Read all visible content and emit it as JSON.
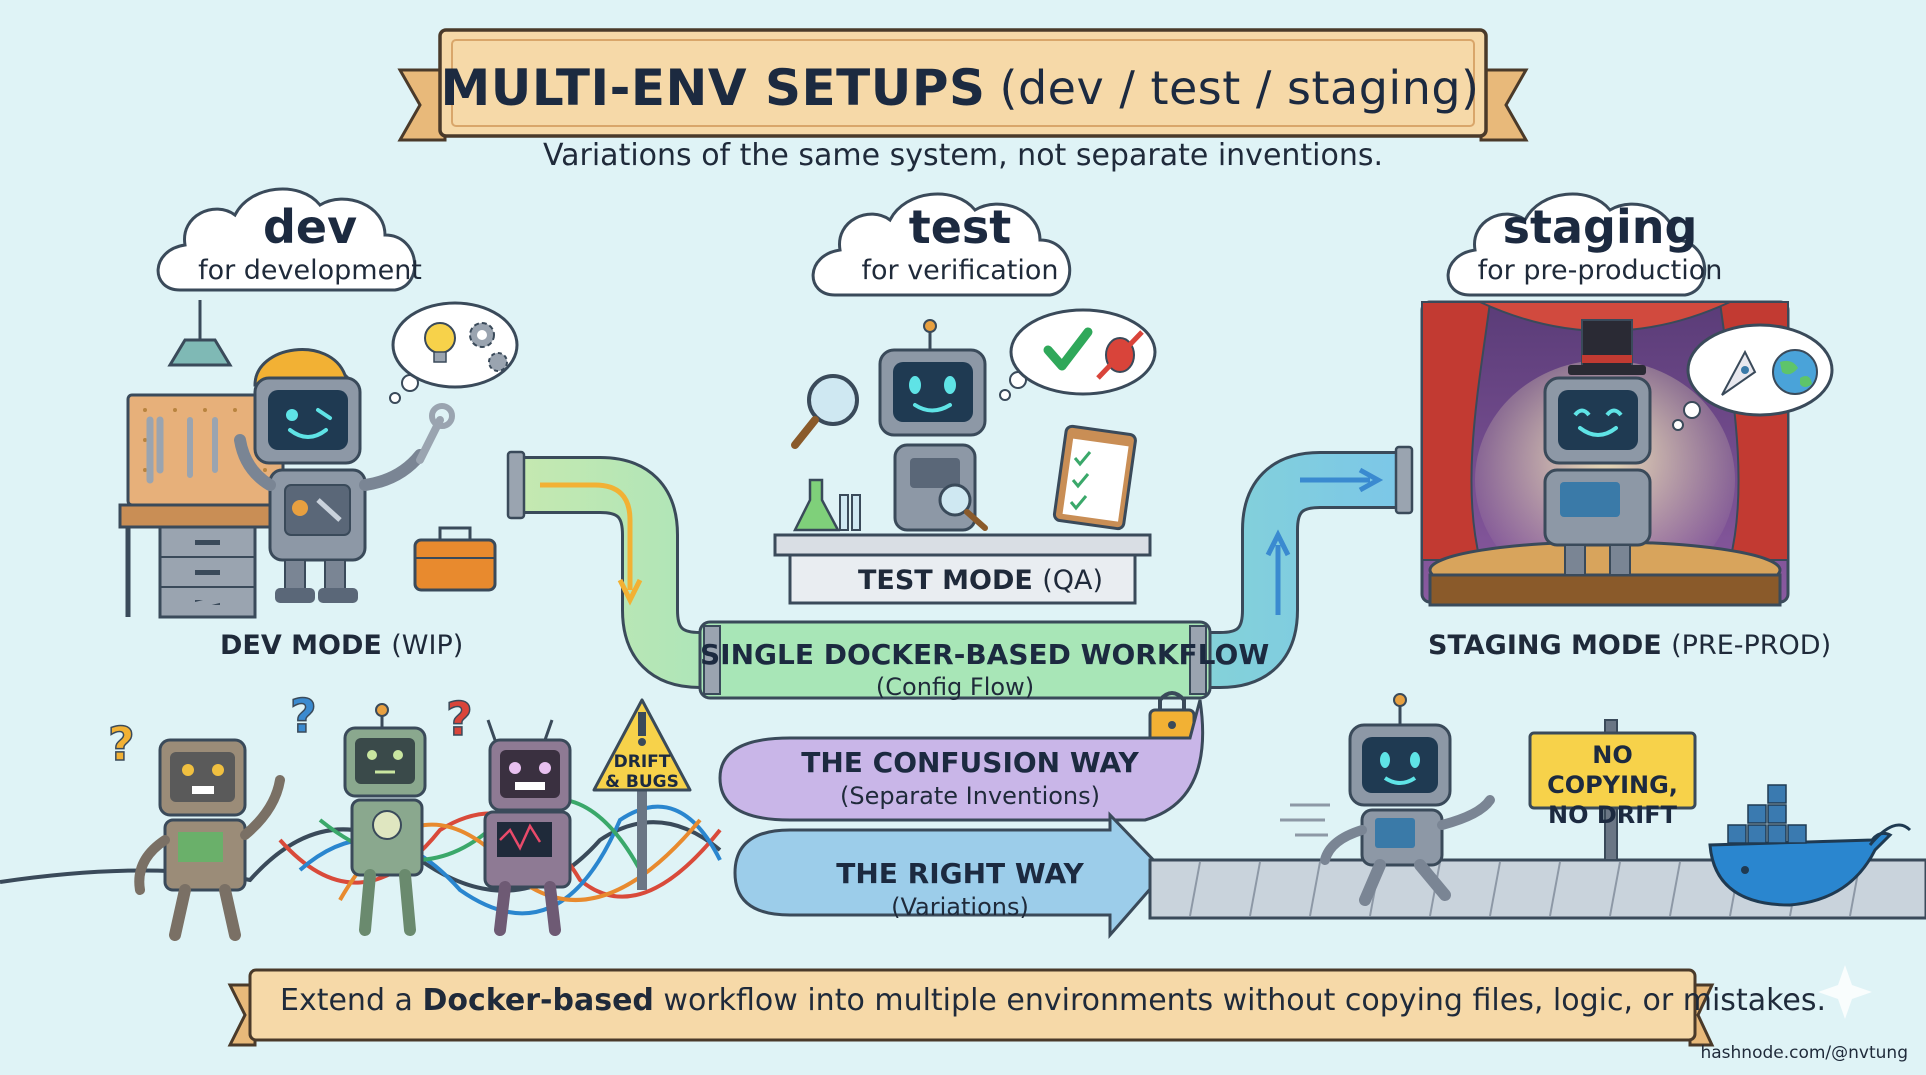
{
  "title": {
    "main": "MULTI-ENV SETUPS",
    "qualifier": "(dev / test / staging)"
  },
  "subtitle": "Variations of the same system, not separate inventions.",
  "environments": [
    {
      "name": "dev",
      "purpose": "for development",
      "mode": "DEV MODE",
      "mode_note": "(WIP)"
    },
    {
      "name": "test",
      "purpose": "for verification",
      "mode": "TEST MODE",
      "mode_note": "(QA)"
    },
    {
      "name": "staging",
      "purpose": "for pre-production",
      "mode": "STAGING MODE",
      "mode_note": "(PRE-PROD)"
    }
  ],
  "workflow": {
    "title": "SINGLE DOCKER-BASED WORKFLOW",
    "subtitle": "(Config Flow)"
  },
  "confusion_way": {
    "title": "THE CONFUSION WAY",
    "subtitle": "(Separate Inventions)"
  },
  "right_way": {
    "title": "THE RIGHT WAY",
    "subtitle": "(Variations)"
  },
  "warning_sign": {
    "line1": "DRIFT",
    "line2": "& BUGS"
  },
  "no_copy_sign": {
    "line1": "NO COPYING,",
    "line2": "NO DRIFT"
  },
  "footer": {
    "before": "Extend a ",
    "bold": "Docker-based",
    "after": " workflow into multiple environments without copying files, logic, or mistakes."
  },
  "credit": "hashnode.com/@nvtung",
  "colors": {
    "background": "#dff3f6",
    "banner": "#f6d9a8",
    "pipe_green": "#9ee2b8",
    "pipe_purple": "#c7b3e6",
    "pipe_blue": "#9ccdea",
    "robot_body": "#8d98a6",
    "robot_screen": "#1f3a52",
    "robot_face": "#5fe3e6"
  },
  "icons": [
    "hard-hat-icon",
    "lightbulb-icon",
    "gear-icon",
    "wrench-icon",
    "toolbox-icon",
    "magnifier-icon",
    "checkmark-icon",
    "bug-icon",
    "clipboard-icon",
    "flask-icon",
    "top-hat-icon",
    "rocket-icon",
    "globe-icon",
    "padlock-icon",
    "warning-icon",
    "docker-whale-icon",
    "question-mark-icon",
    "sparkle-icon"
  ]
}
